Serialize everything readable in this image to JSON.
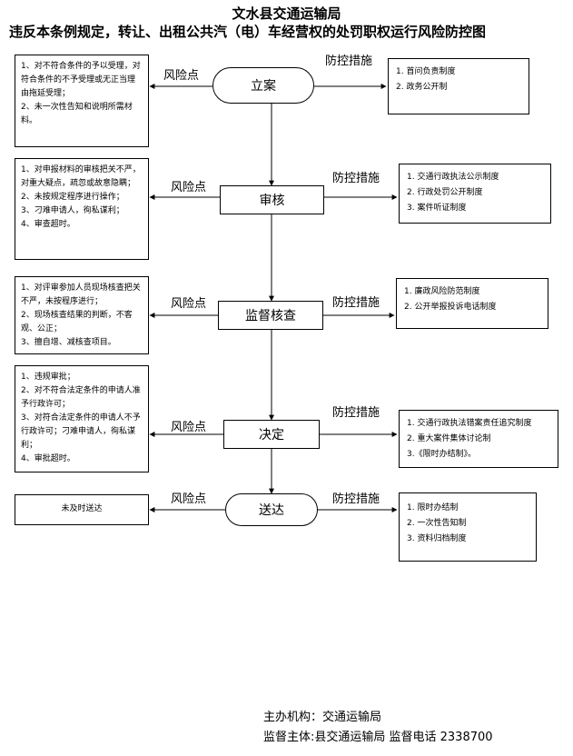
{
  "header": {
    "title": "文水县交通运输局",
    "subtitle": "违反本条例规定，转让、出租公共汽（电）车经营权的处罚职权运行风险防控图"
  },
  "labels": {
    "risk": "风险点",
    "control": "防控措施"
  },
  "steps": [
    {
      "name": "立案",
      "risks": [
        "1、对不符合条件的予以受理，对符合条件的不予受理或无正当理由拖延受理；",
        "2、未一次性告知和说明所需材料。"
      ],
      "controls": [
        "1. 首问负责制度",
        "2. 政务公开制"
      ]
    },
    {
      "name": "审核",
      "risks": [
        "1、对申报材料的审核把关不严，对重大疑点，疏忽或故意隐瞒；",
        "2、未按规定程序进行操作；",
        "3、刁难申请人，徇私谋利；",
        "4、审查超时。"
      ],
      "controls": [
        "1. 交通行政执法公示制度",
        "2. 行政处罚公开制度",
        "3. 案件听证制度"
      ]
    },
    {
      "name": "监督核查",
      "risks": [
        "1、对评审参加人员现场核查把关不严，未按程序进行；",
        "2、现场核查结果的判断，不客观、公正；",
        "3、擅自增、减核查项目。"
      ],
      "controls": [
        "1. 廉政风险防范制度",
        "2. 公开举报投诉电话制度"
      ]
    },
    {
      "name": "决定",
      "risks": [
        "1、违规审批；",
        "2、对不符合法定条件的申请人准予行政许可；",
        "3、对符合法定条件的申请人不予行政许可；刁难申请人，徇私谋利；",
        "4、审批超时。"
      ],
      "controls": [
        "1. 交通行政执法错案责任追究制度",
        "2. 重大案件集体讨论制",
        "3.《限时办结制》。"
      ]
    },
    {
      "name": "送达",
      "risks": [
        "未及时送达"
      ],
      "controls": [
        "1. 限时办结制",
        "2. 一次性告知制",
        "3. 资料归档制度"
      ]
    }
  ],
  "footer": {
    "sponsor": "主办机构：交通运输局",
    "supervisor": "监督主体:县交通运输局   监督电话  2338700"
  }
}
